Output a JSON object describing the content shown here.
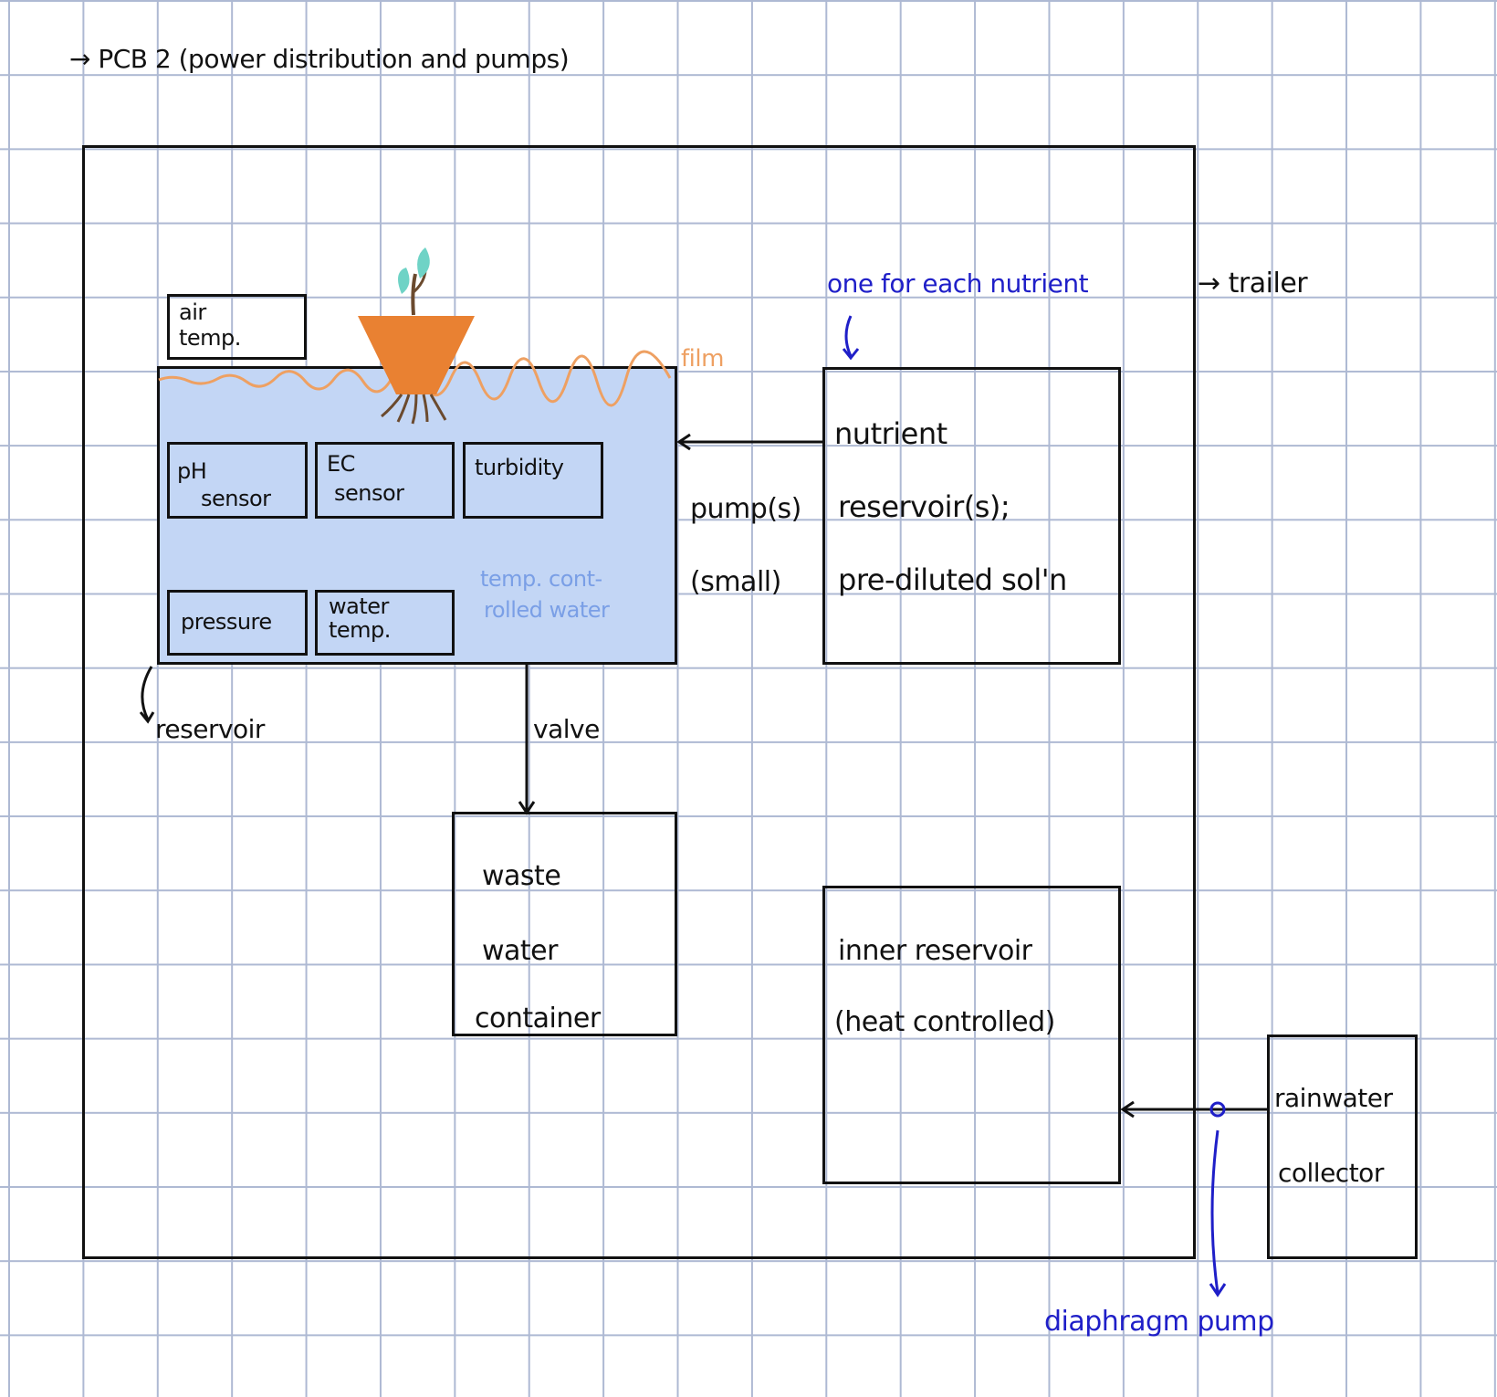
{
  "header": {
    "pcb_note": "→ PCB 2 (power distribution and pumps)"
  },
  "labels": {
    "trailer": "→ trailer",
    "one_for_each_nutrient": "one for each nutrient",
    "film": "film",
    "reservoir": "reservoir",
    "valve": "valve",
    "diaphragm_pump": "diaphragm pump",
    "pumps_line1": "pump(s)",
    "pumps_line2": "(small)",
    "temp_controlled_line1": "temp. cont-",
    "temp_controlled_line2": "rolled water"
  },
  "sensors": {
    "air_temp_line1": "air",
    "air_temp_line2": "temp.",
    "ph_line1": "pH",
    "ph_line2": "sensor",
    "ec_line1": "EC",
    "ec_line2": "sensor",
    "turbidity": "turbidity",
    "pressure": "pressure",
    "water_temp_line1": "water",
    "water_temp_line2": "temp."
  },
  "nutrient_reservoir": {
    "line1": "nutrient",
    "line2": "reservoir(s);",
    "line3": "pre-diluted sol'n"
  },
  "waste_container": {
    "line1": "waste",
    "line2": "water",
    "line3": "container"
  },
  "inner_reservoir": {
    "line1": "inner reservoir",
    "line2": "(heat controlled)"
  },
  "rainwater_collector": {
    "line1": "rainwater",
    "line2": "collector"
  },
  "colors": {
    "ink": "#111111",
    "blue_ink": "#1f1fc8",
    "water_fill": "#c3d6f5",
    "light_blue_text": "#7a9fe6",
    "film_orange": "#eea062",
    "pot_orange": "#e98132",
    "leaf_teal": "#6fd3c6",
    "root_brown": "#6b4a2e",
    "grid": "#aeb9d3"
  },
  "icons": {
    "plant": "potted-seedling-icon"
  }
}
